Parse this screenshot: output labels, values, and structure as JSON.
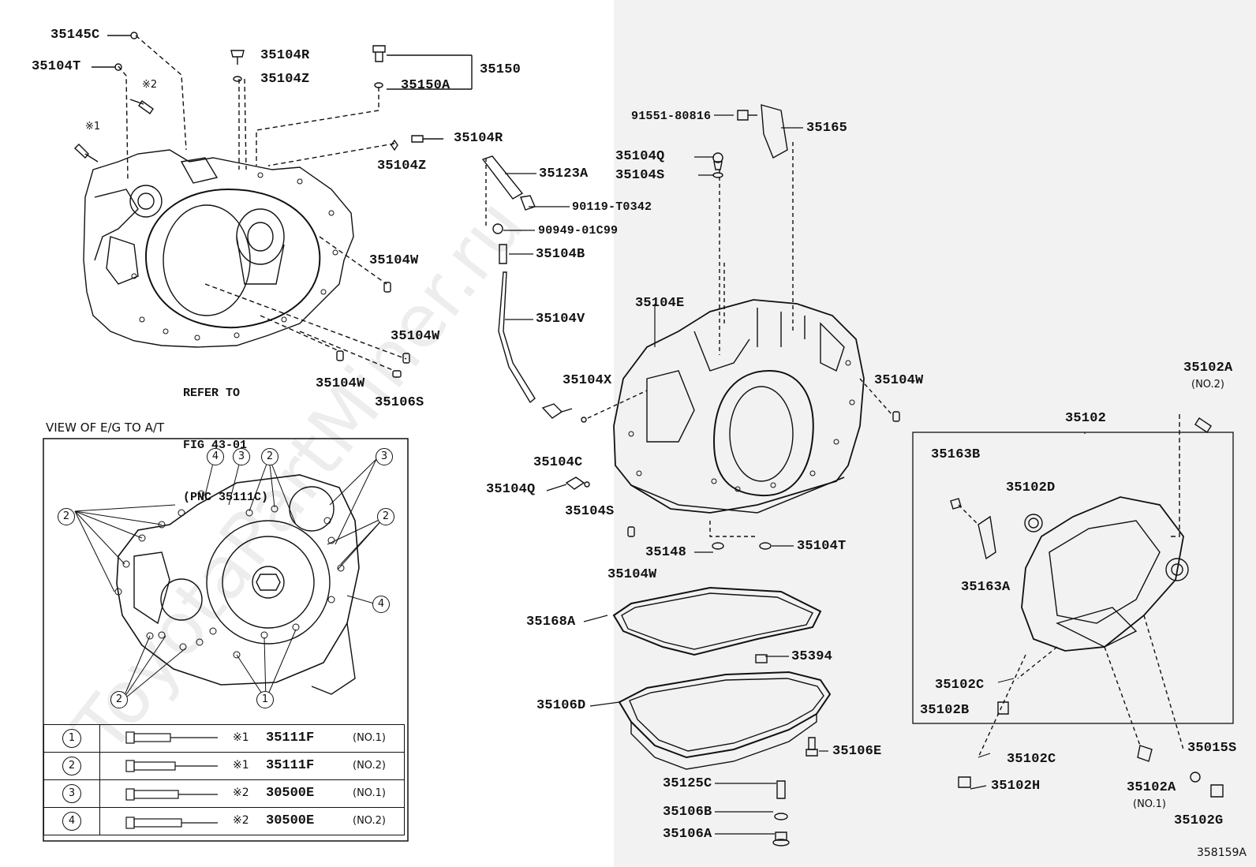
{
  "labels": {
    "p35145C": "35145C",
    "p35104T_a": "35104T",
    "p35104R_a": "35104R",
    "p35104Z_a": "35104Z",
    "p35150": "35150",
    "p35150A": "35150A",
    "p35104R_b": "35104R",
    "p35104Z_b": "35104Z",
    "p35123A": "35123A",
    "p90119": "90119-T0342",
    "p90949": "90949-01C99",
    "p35104B": "35104B",
    "p35104V": "35104V",
    "p35104W_a": "35104W",
    "p35104W_b": "35104W",
    "p35104W_c": "35104W",
    "p35106S": "35106S",
    "p35104X": "35104X",
    "p35104C": "35104C",
    "p35104Q_a": "35104Q",
    "p35104S_a": "35104S",
    "p91551": "91551-80816",
    "p35165": "35165",
    "p35104Q_b": "35104Q",
    "p35104S_b": "35104S",
    "p35104E": "35104E",
    "p35104W_d": "35104W",
    "p35148": "35148",
    "p35104T_b": "35104T",
    "p35104W_e": "35104W",
    "p35168A": "35168A",
    "p35394": "35394",
    "p35106D": "35106D",
    "p35106E": "35106E",
    "p35125C": "35125C",
    "p35106B": "35106B",
    "p35106A": "35106A",
    "p35102A_top": "35102A",
    "p35102": "35102",
    "p35163B": "35163B",
    "p35102D": "35102D",
    "p35163A": "35163A",
    "p35102C_a": "35102C",
    "p35102B": "35102B",
    "p35102C_b": "35102C",
    "p35102H": "35102H",
    "p35102A_bot": "35102A",
    "p35015S": "35015S",
    "p35102G": "35102G"
  },
  "notes": {
    "no2_top": "(NO.2)",
    "no1_bot": "(NO.1)",
    "mark1": "※1",
    "mark2": "※2"
  },
  "refer": {
    "line1": "REFER TO",
    "line2": "FIG 43-01",
    "line3": "(PNC 35111C)"
  },
  "view": {
    "title": "VIEW OF E/G TO A/T",
    "callouts": [
      "4",
      "3",
      "2",
      "3",
      "2",
      "2",
      "2",
      "4",
      "2",
      "1"
    ]
  },
  "legend": [
    {
      "num": "1",
      "mark": "※1",
      "part": "35111F",
      "size": "(NO.1)"
    },
    {
      "num": "2",
      "mark": "※1",
      "part": "35111F",
      "size": "(NO.2)"
    },
    {
      "num": "3",
      "mark": "※2",
      "part": "30500E",
      "size": "(NO.1)"
    },
    {
      "num": "4",
      "mark": "※2",
      "part": "30500E",
      "size": "(NO.2)"
    }
  ],
  "figure_id": "358159A",
  "watermark": "ToyotaPartMiner.ru"
}
